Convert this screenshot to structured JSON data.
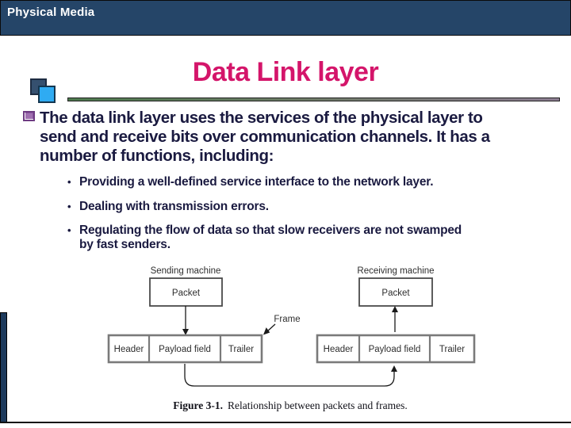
{
  "header": {
    "title": "Physical Media"
  },
  "slide": {
    "title": "Data Link layer"
  },
  "intro": {
    "lines": [
      "The data link layer uses the services of the physical layer to",
      "send and receive bits over communication channels. It has a",
      "number of functions, including:"
    ]
  },
  "bullets": {
    "glyph": "•",
    "items": [
      {
        "lines": [
          "Providing a well-defined service interface to the network layer.",
          ""
        ]
      },
      {
        "lines": [
          "Dealing with transmission errors.",
          ""
        ]
      },
      {
        "lines": [
          "Regulating the flow of data so that slow receivers are not swamped",
          "by fast senders."
        ]
      }
    ]
  },
  "diagram": {
    "sending_machine_label": "Sending machine",
    "receiving_machine_label": "Receiving machine",
    "packet_label": "Packet",
    "frame_label": "Frame",
    "frame_cells": [
      "Header",
      "Payload field",
      "Trailer"
    ],
    "caption_prefix": "Figure 3-1.",
    "caption_text": "Relationship between packets and frames."
  },
  "colors": {
    "header_bg": "#254568",
    "title_pink": "#d4156a",
    "body_navy": "#1a1a40",
    "accent_light_blue": "#2fabf2",
    "accent_dark_square": "#35506f",
    "bullet_icon_purple": "#6e3c82",
    "diagram_gray": "#7a7a7a"
  }
}
